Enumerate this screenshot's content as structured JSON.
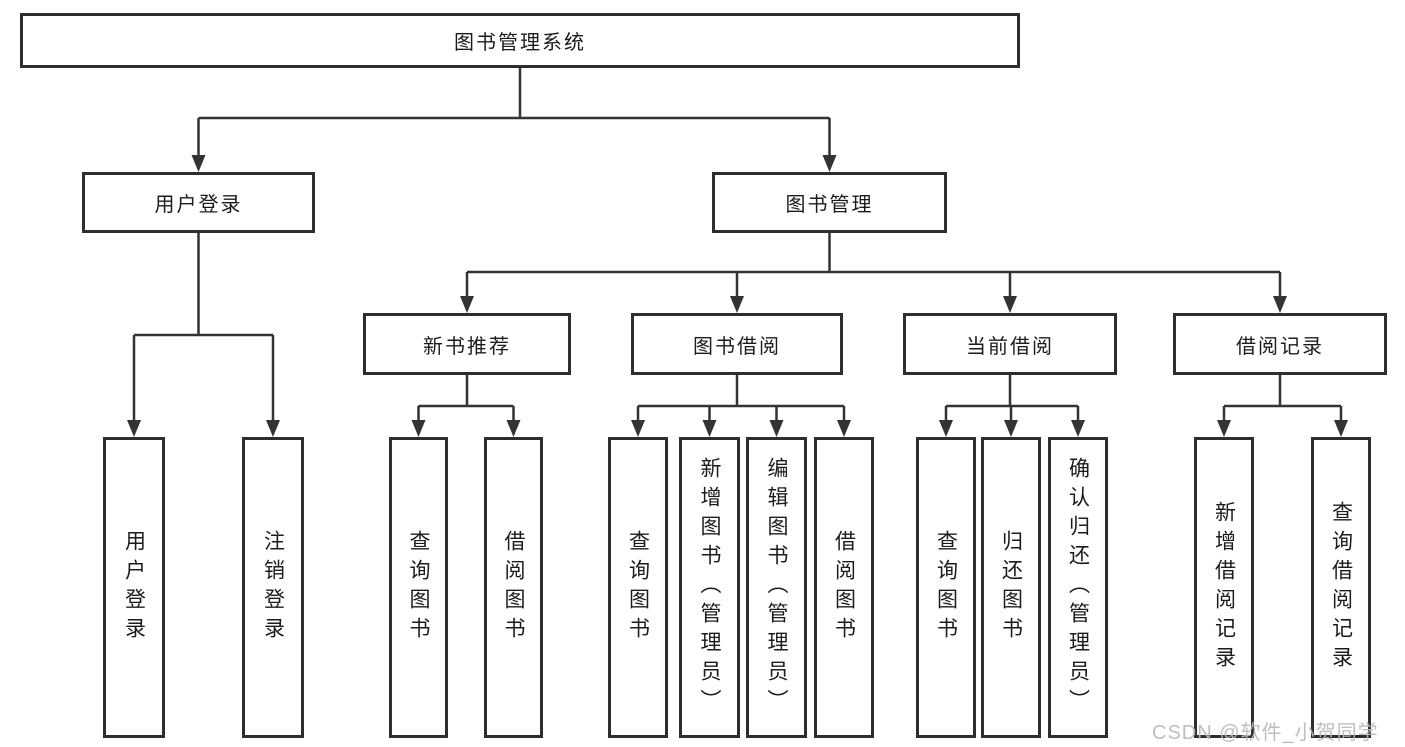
{
  "root": {
    "label": "图书管理系统"
  },
  "branches": [
    {
      "label": "用户登录",
      "children": [
        "用户登录",
        "注销登录"
      ]
    },
    {
      "label": "图书管理",
      "groups": [
        {
          "label": "新书推荐",
          "children": [
            "查询图书",
            "借阅图书"
          ]
        },
        {
          "label": "图书借阅",
          "children": [
            "查询图书",
            "新增图书（管理员）",
            "编辑图书（管理员）",
            "借阅图书"
          ]
        },
        {
          "label": "当前借阅",
          "children": [
            "查询图书",
            "归还图书",
            "确认归还（管理员）"
          ]
        },
        {
          "label": "借阅记录",
          "children": [
            "新增借阅记录",
            "查询借阅记录"
          ]
        }
      ]
    }
  ],
  "watermark": "CSDN @软件_小贺同学",
  "colors": {
    "border": "#2e2e2e",
    "line": "#333333",
    "text": "#1c1c1c",
    "background": "#ffffff",
    "watermark": "#b9b9b9"
  }
}
